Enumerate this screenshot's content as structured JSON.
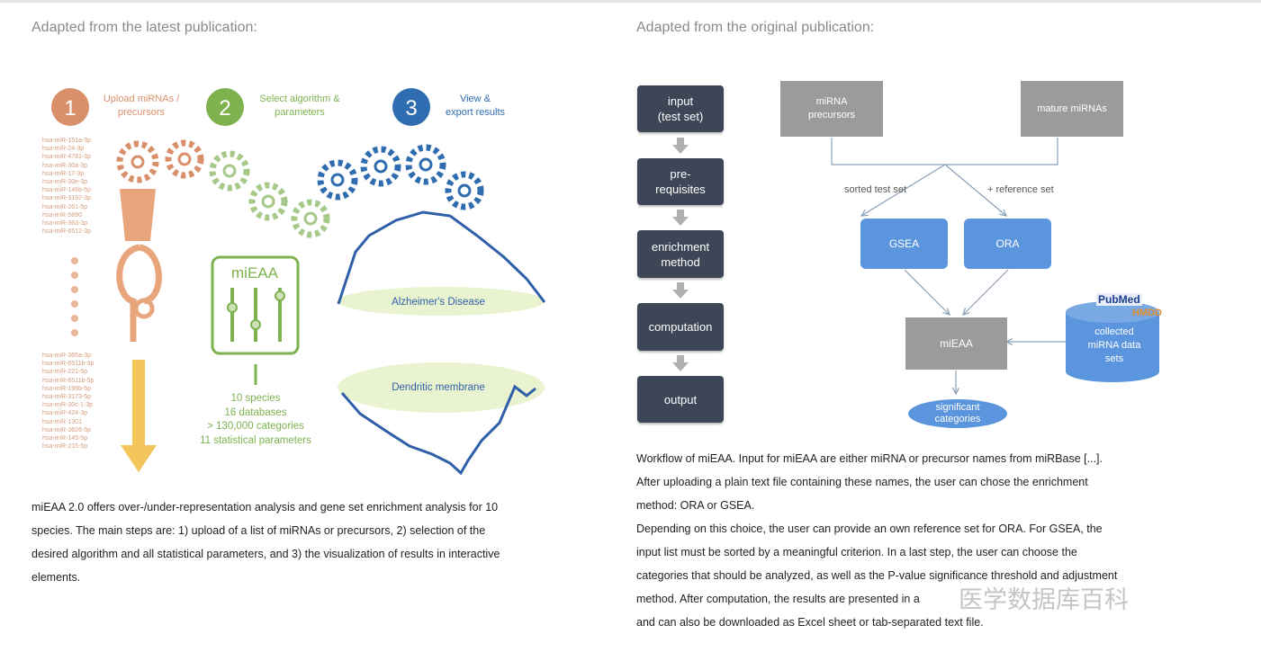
{
  "left": {
    "heading": "Adapted from the latest publication:",
    "steps": [
      {
        "number": "1",
        "label_line1": "Upload miRNAs /",
        "label_line2": "precursors",
        "color": "#d9906a"
      },
      {
        "number": "2",
        "label_line1": "Select algorithm &",
        "label_line2": "parameters",
        "color": "#7db24f"
      },
      {
        "number": "3",
        "label_line1": "View &",
        "label_line2": "export results",
        "color": "#2f6db0"
      }
    ],
    "mirna_list_top": [
      "hsa-miR-151a-3p",
      "hsa-miR-24-3p",
      "hsa-miR-4781-3p",
      "hsa-miR-30a-3p",
      "hsa-miR-17-3p",
      "hsa-miR-30e-3p",
      "hsa-miR-146b-5p",
      "hsa-miR-3157-3p",
      "hsa-miR-261-5p",
      "hsa-miR-5690",
      "hsa-miR-363-3p",
      "hsa-miR-6512-3p"
    ],
    "mirna_list_bottom": [
      "hsa-miR-365a-3p",
      "hsa-miR-6511b-3p",
      "hsa-miR-221-5p",
      "hsa-miR-6511b-5p",
      "hsa-miR-199b-5p",
      "hsa-miR-3173-5p",
      "hsa-miR-30c-1-3p",
      "hsa-miR-424-3p",
      "hsa-miR-1301",
      "hsa-miR-3626-5p",
      "hsa-miR-145-5p",
      "hsa-miR-215-5p"
    ],
    "tool_name": "miEAA",
    "stats": [
      "10 species",
      "16 databases",
      "> 130,000 categories",
      "11 statistical parameters"
    ],
    "result_labels": [
      "Alzheimer's Disease",
      "Dendritic membrane"
    ],
    "description": [
      "miEAA 2.0 offers over-/under-representation analysis and gene set enrichment analysis for 10",
      "species. The main steps are: 1) upload of a list of miRNAs or precursors, 2) selection of the",
      "desired algorithm and all statistical parameters, and 3) the visualization of results in interactive",
      "elements."
    ]
  },
  "right": {
    "heading": "Adapted from the original publication:",
    "flow_steps": [
      {
        "line1": "input",
        "line2": "(test set)"
      },
      {
        "line1": "pre-",
        "line2": "requisites"
      },
      {
        "line1": "enrichment",
        "line2": "method"
      },
      {
        "line1": "computation",
        "line2": ""
      },
      {
        "line1": "output",
        "line2": ""
      }
    ],
    "diagram": {
      "precursors": "miRNA precursors",
      "precursors_line1": "miRNA",
      "precursors_line2": "precursors",
      "mature": "mature miRNAs",
      "sorted_label": "sorted test set",
      "reference_label": "+ reference set",
      "gsea": "GSEA",
      "ora": "ORA",
      "mieaa": "miEAA",
      "db_line1": "collected",
      "db_line2": "miRNA data",
      "db_line3": "sets",
      "pubmed": "PubMed",
      "hmdd": "HMDD",
      "sig_line1": "significant",
      "sig_line2": "categories"
    },
    "caption": [
      "Workflow of miEAA. Input for miEAA are either miRNA or precursor names from miRBase [...].",
      "After uploading a plain text file containing these names, the user can chose the enrichment",
      "method: ORA or GSEA.",
      "Depending on this choice, the user can provide an own reference set for ORA. For GSEA, the",
      "input list must be sorted by a meaningful criterion. In a last step, the user can choose the",
      "categories that should be analyzed, as well as the P-value significance threshold and adjustment",
      "method. After computation, the results are presented in a",
      "and can also be downloaded as Excel sheet or tab-separated text file."
    ],
    "watermark": "医学数据库百科"
  },
  "colors": {
    "orange": "#d9906a",
    "green": "#7db24f",
    "blue": "#2f6db0",
    "navy": "#3d4656",
    "gray_box": "#9b9b9b",
    "blue_box": "#5b95dd",
    "yellow": "#f2c65a"
  }
}
